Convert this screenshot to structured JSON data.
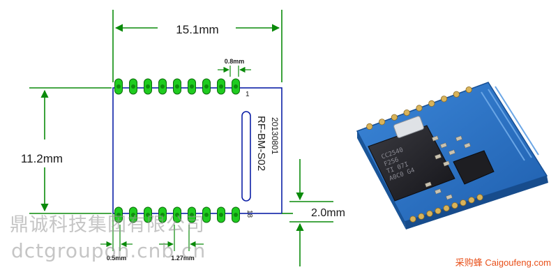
{
  "drawing": {
    "width_label": "15.1mm",
    "height_label": "11.2mm",
    "pad_width_label": "0.8mm",
    "bottom_gap_label": "2.0mm",
    "edge_label": "0.5mm",
    "pitch_label": "1.27mm",
    "pin_first": "1",
    "pin_last": "18",
    "model": "RF-BM-S02",
    "date_code": "20130801",
    "pads_per_row": 9
  },
  "chip_marking": [
    "CC2540",
    "F256",
    "TI 07I",
    "A0C0 G4"
  ],
  "watermark": {
    "company": "鼎诚科技集团有限公司",
    "domain": "dctgroupon.cnb.cn"
  },
  "site_credit": "采购蜂 Caigoufeng.com",
  "colors": {
    "pad": "#1fcc1f",
    "pad_stroke": "#0c6b0c",
    "outline": "#0c1fa6",
    "dimension": "#0a8a0a",
    "pcb": "#2d74c6",
    "credit": "#e8501a"
  }
}
